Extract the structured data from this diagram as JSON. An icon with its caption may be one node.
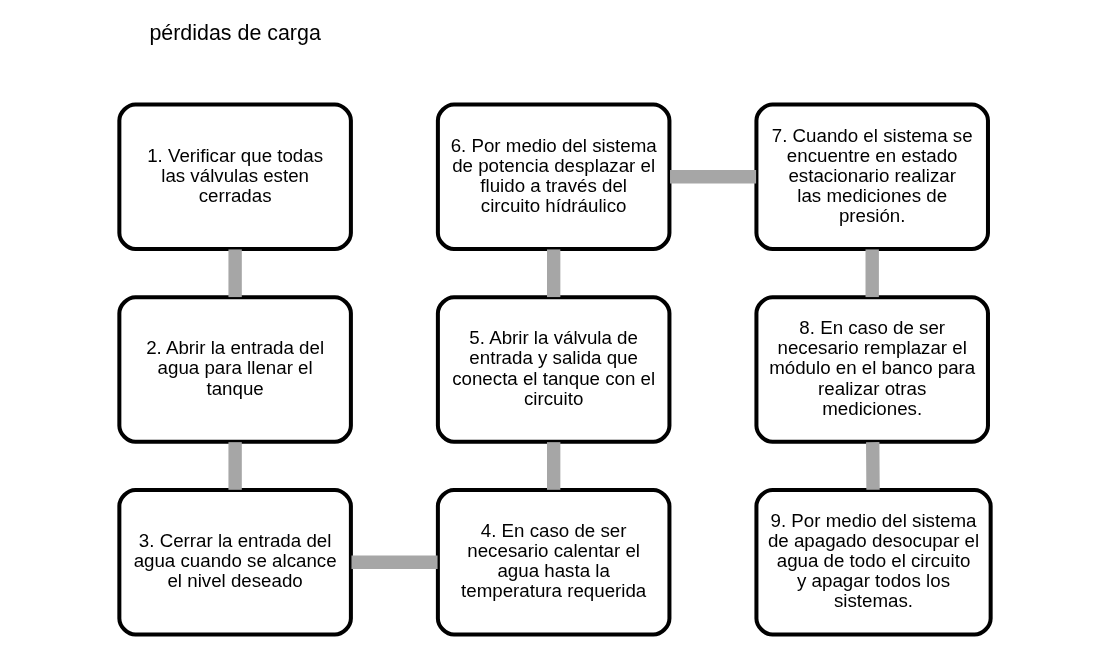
{
  "diagram": {
    "nodes": [
      {
        "text": [
          "1. Verificar que todas las válvulas esten cerradas"
        ]
      },
      {
        "text": [
          "2. Abrir la entrada del agua para llenar el tanque"
        ]
      },
      {
        "text": [
          "3. Cerrar la entrada del agua cuando se alcance el nivel deseado"
        ]
      },
      {
        "text": [
          "4. En caso de ser necesario calentar el agua hasta la temperatura requerida"
        ]
      },
      {
        "text": [
          "5. Abrir la válvula de entrada y salida que conecta el tanque con el circuito"
        ]
      },
      {
        "text": [
          "6. Por medio del sistema de potencia desplazar el fluido a través del circuito hídráulico"
        ]
      },
      {
        "text": [
          "7. Cuando el sistema se encuentre en estado estacionario realizar las mediciones de presión."
        ]
      },
      {
        "text": [
          "8. En caso de ser necesario remplazar el módulo en el banco para realizar otras mediciones."
        ]
      },
      {
        "text": [
          "9. Por medio del sistema de apagado desocupar el agua de todo el circuito y apagar todos los sistemas."
        ]
      }
    ],
    "edges": [
      {
        "from": 0,
        "to": 1,
        "arrow": "none"
      },
      {
        "from": 1,
        "to": 2,
        "arrow": "none"
      },
      {
        "from": 2,
        "to": 3,
        "arrow": "none"
      },
      {
        "from": 3,
        "to": 4,
        "arrow": "none"
      },
      {
        "from": 4,
        "to": 5,
        "arrow": "none"
      },
      {
        "from": 5,
        "to": 6,
        "arrow": "none"
      },
      {
        "from": 6,
        "to": 7,
        "arrow": "none"
      },
      {
        "from": 7,
        "to": 8,
        "arrow": "none"
      }
    ],
    "labels": [
      "pérdidas de carga"
    ]
  }
}
